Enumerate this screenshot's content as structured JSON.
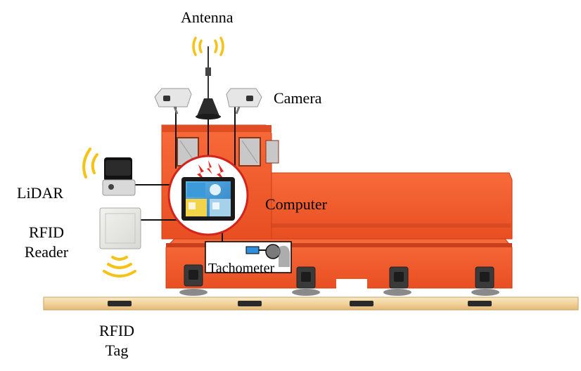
{
  "labels": {
    "antenna": "Antenna",
    "camera": "Camera",
    "lidar": "LiDAR",
    "rfid_reader_line1": "RFID",
    "rfid_reader_line2": "Reader",
    "computer": "Computer",
    "tachometer": "Tachometer",
    "rfid_tag_line1": "RFID",
    "rfid_tag_line2": "Tag"
  },
  "colors": {
    "locomotive_body": "#f2572b",
    "locomotive_dark": "#c93f1b",
    "signal_wave": "#f5c215",
    "alert_bolt": "#e52420",
    "rail": "#f4d9a8",
    "rail_edge": "#c9a36a",
    "tag": "#2a2a2a",
    "device_grey": "#e3e3e3",
    "wire": "#111111"
  }
}
